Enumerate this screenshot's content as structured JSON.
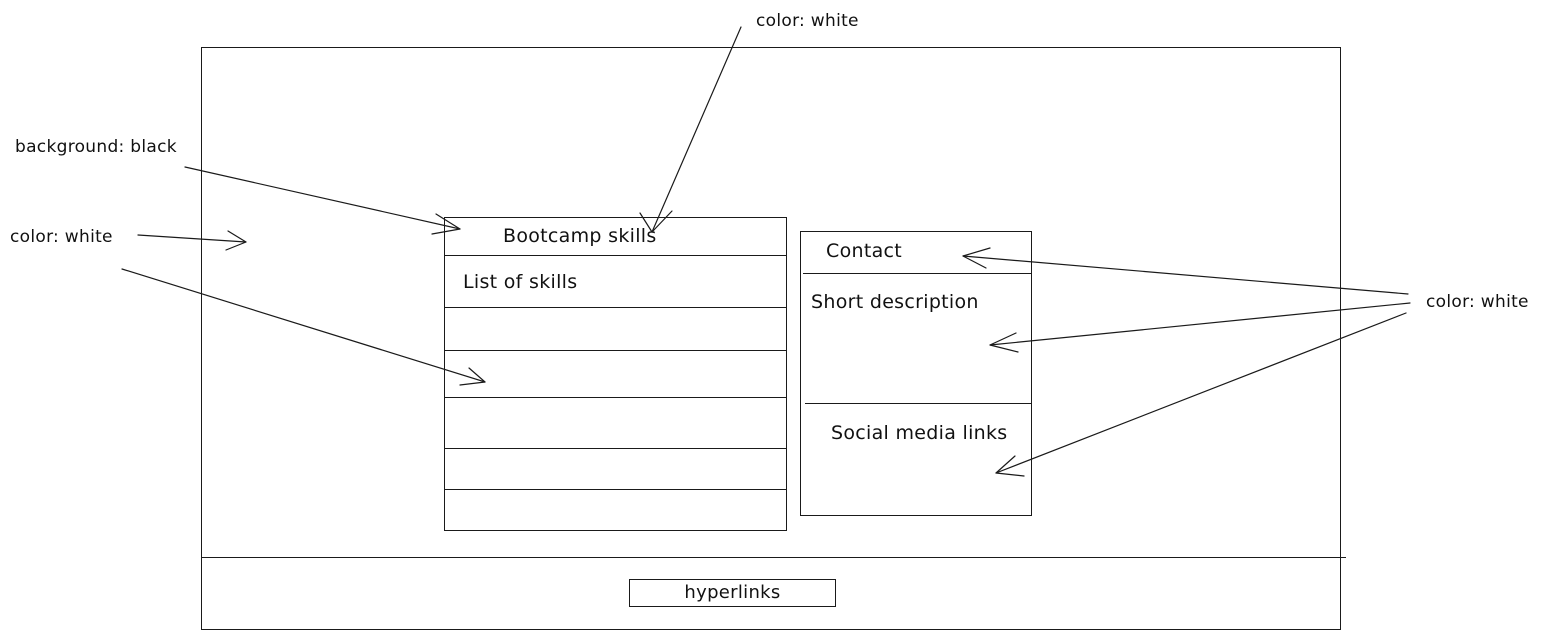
{
  "annotations": {
    "top_color": "color: white",
    "background": "background: black",
    "left_color": "color: white",
    "right_color": "color: white"
  },
  "skills_box": {
    "title": "Bootcamp skills",
    "subtitle": "List of skills"
  },
  "contact_box": {
    "title": "Contact",
    "description": "Short description",
    "social": "Social media links"
  },
  "footer": {
    "hyperlinks": "hyperlinks"
  }
}
